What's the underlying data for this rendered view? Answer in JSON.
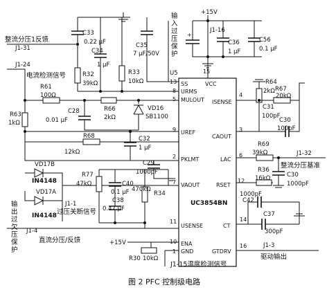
{
  "figure": {
    "caption": "图 2  PFC 控制级电路"
  },
  "ic": {
    "name": "UC3854BN",
    "label": "U5",
    "pins": {
      "ss": "SS",
      "ss_no": "13",
      "vcc": "VCC",
      "vcc_no": "15",
      "urms": "URMS",
      "urms_no": "8",
      "mulout": "MULOUT",
      "mulout_no": "5",
      "isense": "ISENSE",
      "isense_no": "4",
      "caout": "CAOUT",
      "caout_no": "3",
      "uref": "UREF",
      "uref_no": "9",
      "pklmt": "PKLMT",
      "pklmt_no": "2",
      "lac": "LAC",
      "lac_no": "6",
      "vaout": "VAOUT",
      "vaout_no": "7",
      "rset": "RSET",
      "rset_no": "12",
      "usense": "USENSE",
      "usense_no": "11",
      "ct": "CT",
      "ct_no": "14",
      "ena": "ENA",
      "ena_no": "10",
      "gnd": "GND",
      "gnd_no": "1",
      "gtdrv": "GTDRV",
      "gtdrv_no": "16"
    }
  },
  "labels": {
    "vcc_rail": "+15V",
    "j1_16": "J1-16",
    "in_ov": "输入过压保护",
    "rect_fb": "整流分压1反馈",
    "j1_31": "J1-31",
    "j1_24": "J1-24",
    "i_det": "电流检测信号",
    "out_uv": "输出过欠压保护",
    "j1_1": "J1-1",
    "shutdown": "过压关断信号",
    "j1_4": "J1-4",
    "dc_fb": "直流分压/反馈",
    "vcc_ena": "+15V",
    "temp": "J1-15温度检测信号",
    "j1_32": "J1-32",
    "rect_ref": "整流分压基准",
    "j1_3": "J1-3",
    "drive_out": "驱动输出"
  },
  "components": {
    "c33": "C33",
    "c33_v": "0.22 μF",
    "c34": "C34",
    "c34_v": "1 μF",
    "r32": "R32",
    "r32_v": "39kΩ",
    "r33": "R33",
    "r33_v": "10kΩ",
    "c35": "C35",
    "c35_v": "7 μF/50V",
    "c36": "C36",
    "c36_v": "1 μF",
    "c56": "C56",
    "c56_v": "0.1 μF",
    "r61": "R61",
    "r61_v": "100Ω",
    "r63": "R63",
    "r63_v": "1kΩ",
    "c28": "C28",
    "c28_v": "0.01 μF",
    "r66": "R66",
    "r66_v": "2kΩ",
    "vd16": "VD16",
    "vd16_v": "SB1100",
    "r68": "R68",
    "r68_v": "12kΩ",
    "c32": "C32",
    "c32_v": "1 μF",
    "c29": "C29",
    "c29_v": "1000pF",
    "r64": "R64",
    "r64_v": "2kΩ",
    "r67": "R67",
    "r67_v": "20kΩ",
    "c31": "C31",
    "c31_v": "100pF",
    "c30": "C30",
    "c30_v": "100pF",
    "r69": "R69",
    "r69_v": "39kΩ",
    "r36": "R36",
    "r36_v": "16kΩ",
    "c30b": "C30",
    "c30b_v": "1000pF",
    "c42": "C42",
    "c42_v": "1000pF",
    "c37": "C37",
    "c37_v": "300pF",
    "vd17b": "VD17B",
    "vd17b_v": "IN4148",
    "vd17a": "VD17A",
    "vd17a_v": "IN4148",
    "r77": "R77",
    "r77_v": "47kΩ",
    "c40": "C40",
    "c40_v": "0.1 μF",
    "c38": "C38",
    "c38_v": "0.47 μF",
    "r34": "R34",
    "r34_v": "470kΩ",
    "r30": "R30",
    "r30_v": "10kΩ"
  }
}
